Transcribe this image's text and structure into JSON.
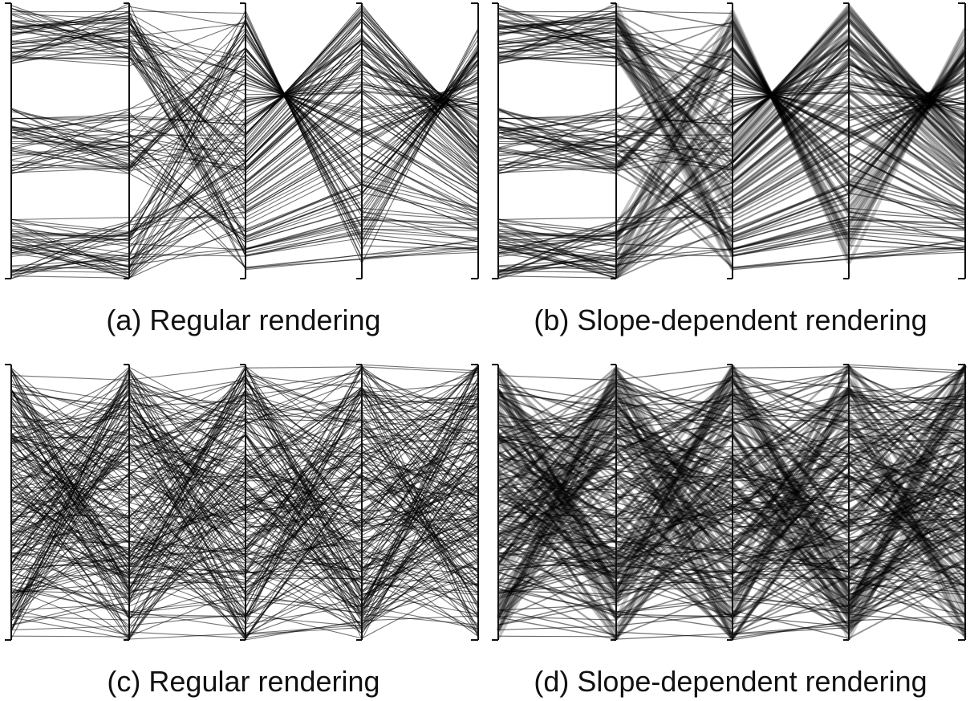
{
  "chart_data": [
    {
      "type": "parallel-coordinates",
      "caption": "(a) Regular rendering",
      "rendering": "regular",
      "dataset": "clustered",
      "axes_count": 5,
      "line_count": 150,
      "axis_range": [
        0,
        1
      ],
      "series_color": "#000000"
    },
    {
      "type": "parallel-coordinates",
      "caption": "(b) Slope-dependent rendering",
      "rendering": "slope-dependent",
      "dataset": "clustered",
      "axes_count": 5,
      "line_count": 150,
      "axis_range": [
        0,
        1
      ],
      "series_color": "#000000"
    },
    {
      "type": "parallel-coordinates",
      "caption": "(c) Regular rendering",
      "rendering": "regular",
      "dataset": "random",
      "axes_count": 5,
      "line_count": 240,
      "axis_range": [
        0,
        1
      ],
      "series_color": "#000000"
    },
    {
      "type": "parallel-coordinates",
      "caption": "(d) Slope-dependent rendering",
      "rendering": "slope-dependent",
      "dataset": "random",
      "axes_count": 5,
      "line_count": 240,
      "axis_range": [
        0,
        1
      ],
      "series_color": "#000000"
    }
  ]
}
